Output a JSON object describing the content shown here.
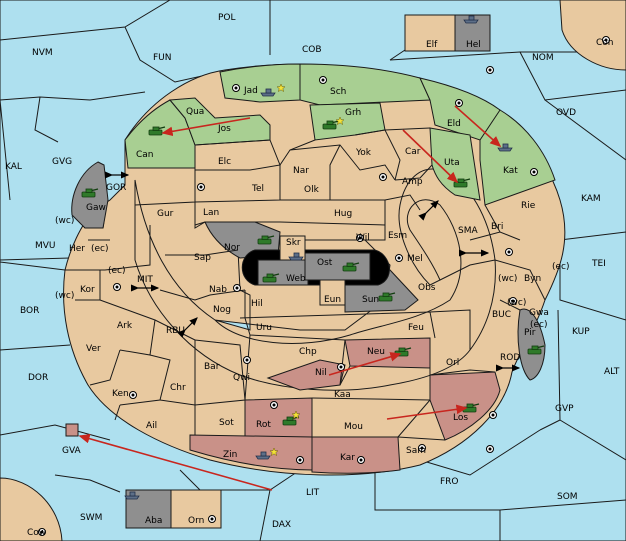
{
  "colors": {
    "sea": "#aee0ef",
    "land": "#e8c9a0",
    "green": "#a8cf92",
    "red": "#c99188",
    "gray": "#8f8f8f",
    "black": "#000000",
    "arrow": "#c8261e"
  },
  "labels": {
    "pol": "POL",
    "nvm": "NVM",
    "fun": "FUN",
    "cob": "COB",
    "nom": "NOM",
    "con": "Con",
    "ovd": "OVD",
    "kal": "KAL",
    "gvg": "GVG",
    "gor": "GOR",
    "kam": "KAM",
    "mvu": "MVU",
    "sma": "SMA",
    "tei": "TEI",
    "bor": "BOR",
    "mit": "MIT",
    "rbu": "RBU",
    "buc": "BUC",
    "kup": "KUP",
    "dor": "DOR",
    "rod": "ROD",
    "alt": "ALT",
    "gvp": "GVP",
    "gva": "GVA",
    "fro": "FRO",
    "som": "SOM",
    "lit": "LIT",
    "swm": "SWM",
    "dax": "DAX",
    "cow": "Cow",
    "elf": "Elf",
    "hel": "Hel",
    "aba": "Aba",
    "orn": "Orn",
    "jad": "Jad",
    "sch": "Sch",
    "qua": "Qua",
    "jos": "Jos",
    "grh": "Grh",
    "eld": "Eld",
    "can": "Can",
    "elc": "Elc",
    "nar": "Nar",
    "yok": "Yok",
    "car": "Car",
    "uta": "Uta",
    "kat": "Kat",
    "tel": "Tel",
    "olk": "Olk",
    "amp": "Amp",
    "gaw": "Gaw",
    "gur": "Gur",
    "lan": "Lan",
    "hug": "Hug",
    "bri": "Bri",
    "rie": "Rie",
    "wc": "(wc)",
    "ec": "(ec)",
    "her": "Her",
    "nor": "Nor",
    "skr": "Skr",
    "wil": "Wil",
    "esm": "Esm",
    "sap": "Sap",
    "web": "Web",
    "ost": "Ost",
    "mel": "Mel",
    "byn": "Byn",
    "kor": "Kor",
    "nab": "Nab",
    "eun": "Eun",
    "sun": "Sun",
    "obs": "Obs",
    "gwa": "Gwa",
    "hil": "Hil",
    "nog": "Nog",
    "ark": "Ark",
    "uru": "Uru",
    "feu": "Feu",
    "pir": "Pir",
    "ver": "Ver",
    "chp": "Chp",
    "neu": "Neu",
    "orl": "Orl",
    "bar": "Bar",
    "qwi": "Qwi",
    "nil": "Nil",
    "ken": "Ken",
    "chr": "Chr",
    "kaa": "Kaa",
    "rot": "Rot",
    "sot": "Sot",
    "ail": "Ail",
    "mou": "Mou",
    "los": "Los",
    "sam": "Sam",
    "zin": "Zin",
    "kar": "Kar"
  }
}
